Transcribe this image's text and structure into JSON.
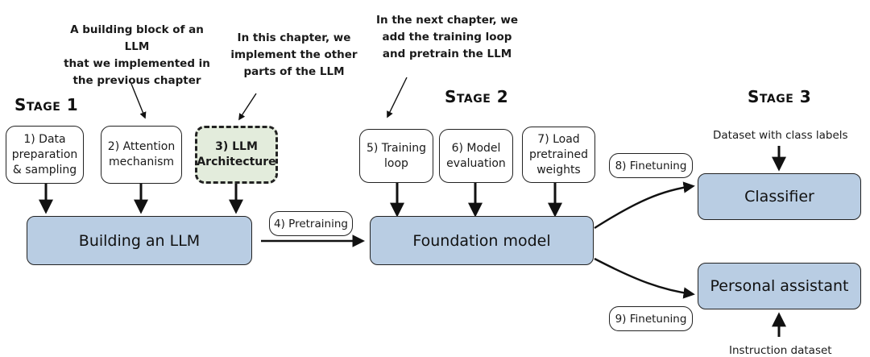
{
  "annotations": {
    "building_block": "A building block of an LLM\nthat we implemented in\nthe previous chapter",
    "this_chapter": "In this chapter, we\nimplement the other\nparts of the LLM",
    "next_chapter": "In the next chapter, we\nadd the training loop\nand pretrain the LLM"
  },
  "stages": {
    "stage1": "Stage 1",
    "stage2": "Stage 2",
    "stage3": "Stage 3"
  },
  "stage1": {
    "steps": [
      {
        "label": "1) Data\npreparation\n& sampling"
      },
      {
        "label": "2) Attention\nmechanism"
      },
      {
        "label": "3) LLM\nArchitecture",
        "highlighted": true
      }
    ],
    "main": "Building an LLM"
  },
  "pretraining_label": "4) Pretraining",
  "stage2": {
    "steps": [
      {
        "label": "5) Training\nloop"
      },
      {
        "label": "6) Model\nevaluation"
      },
      {
        "label": "7) Load\npretrained\nweights"
      }
    ],
    "main": "Foundation model"
  },
  "stage3": {
    "finetuning_classifier": "8) Finetuning",
    "finetuning_assistant": "9) Finetuning",
    "classifier": "Classifier",
    "assistant": "Personal assistant",
    "classifier_input": "Dataset with class labels",
    "assistant_input": "Instruction dataset"
  },
  "colors": {
    "main_box_fill": "#b9cde3",
    "highlight_fill": "#e3ecdc",
    "stroke": "#222222"
  }
}
